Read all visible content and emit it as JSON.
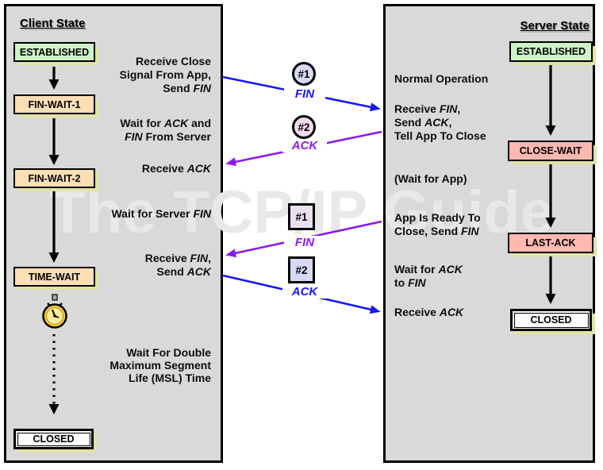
{
  "watermark": "The TCP/IP Guide",
  "client": {
    "title": "Client State",
    "states": [
      "ESTABLISHED",
      "FIN-WAIT-1",
      "FIN-WAIT-2",
      "TIME-WAIT",
      "CLOSED"
    ],
    "notes": [
      {
        "lines": [
          [
            {
              "t": "Receive Close"
            }
          ],
          [
            {
              "t": "Signal From App,"
            }
          ],
          [
            {
              "t": "Send "
            },
            {
              "t": "FIN",
              "i": true
            }
          ]
        ]
      },
      {
        "lines": [
          [
            {
              "t": "Wait for "
            },
            {
              "t": "ACK",
              "i": true
            },
            {
              "t": " and"
            }
          ],
          [
            {
              "t": "FIN",
              "i": true
            },
            {
              "t": " From Server"
            }
          ]
        ]
      },
      {
        "lines": [
          [
            {
              "t": "Receive "
            },
            {
              "t": "ACK",
              "i": true
            }
          ]
        ]
      },
      {
        "lines": [
          [
            {
              "t": "Wait for Server "
            },
            {
              "t": "FIN",
              "i": true
            }
          ]
        ]
      },
      {
        "lines": [
          [
            {
              "t": "Receive "
            },
            {
              "t": "FIN",
              "i": true
            },
            {
              "t": ","
            }
          ],
          [
            {
              "t": "Send "
            },
            {
              "t": "ACK",
              "i": true
            }
          ]
        ]
      },
      {
        "lines": [
          [
            {
              "t": "Wait For Double"
            }
          ],
          [
            {
              "t": "Maximum Segment"
            }
          ],
          [
            {
              "t": "Life (MSL) Time"
            }
          ]
        ]
      }
    ]
  },
  "server": {
    "title": "Server State",
    "states": [
      "ESTABLISHED",
      "CLOSE-WAIT",
      "LAST-ACK",
      "CLOSED"
    ],
    "notes": [
      {
        "lines": [
          [
            {
              "t": "Normal Operation"
            }
          ]
        ]
      },
      {
        "lines": [
          [
            {
              "t": "Receive "
            },
            {
              "t": "FIN",
              "i": true
            },
            {
              "t": ","
            }
          ],
          [
            {
              "t": "Send "
            },
            {
              "t": "ACK",
              "i": true
            },
            {
              "t": ","
            }
          ],
          [
            {
              "t": "Tell App To Close"
            }
          ]
        ]
      },
      {
        "lines": [
          [
            {
              "t": "(Wait for App)"
            }
          ]
        ]
      },
      {
        "lines": [
          [
            {
              "t": "App Is Ready To"
            }
          ],
          [
            {
              "t": "Close, Send "
            },
            {
              "t": "FIN",
              "i": true
            }
          ]
        ]
      },
      {
        "lines": [
          [
            {
              "t": "Wait for "
            },
            {
              "t": "ACK",
              "i": true
            }
          ],
          [
            {
              "t": "to "
            },
            {
              "t": "FIN",
              "i": true
            }
          ]
        ]
      },
      {
        "lines": [
          [
            {
              "t": "Receive "
            },
            {
              "t": "ACK",
              "i": true
            }
          ]
        ]
      }
    ]
  },
  "messages": [
    {
      "badge": "#1",
      "shape": "circle",
      "label": "FIN",
      "from": "client",
      "to": "server",
      "color": "#1616f5"
    },
    {
      "badge": "#2",
      "shape": "circle",
      "label": "ACK",
      "from": "server",
      "to": "client",
      "color": "#8c19f0"
    },
    {
      "badge": "#1",
      "shape": "square",
      "label": "FIN",
      "from": "server",
      "to": "client",
      "color": "#8c19f0"
    },
    {
      "badge": "#2",
      "shape": "square",
      "label": "ACK",
      "from": "client",
      "to": "server",
      "color": "#1616f5"
    }
  ],
  "icons": {
    "stopwatch": "stopwatch-timer"
  },
  "colors": {
    "panel_bg": "#d9d9d9",
    "established_green": "#cdf2c5",
    "wait_peach": "#fcdfb4",
    "server_pink": "#ffb9b1",
    "closed_white": "#fbfbfb",
    "box_shadow_yellow": "#e3e2a6",
    "client_arrow_blue": "#1616f5",
    "server_arrow_purple": "#8c19f0",
    "badge_blue": "#d8daf4",
    "badge_pink": "#f4d8ee",
    "badge_lavender": "#ecdff2",
    "watermark_gray": "#e8e8e8"
  }
}
